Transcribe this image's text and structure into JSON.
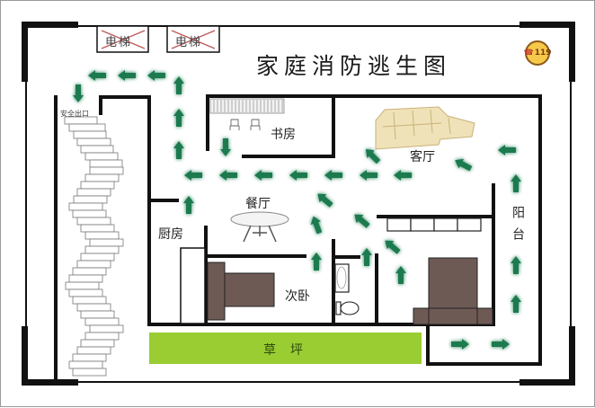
{
  "title": "家庭消防逃生图",
  "emergency_badge": {
    "number": "119",
    "icon": "phone-icon",
    "bg_color": "#f6c94a"
  },
  "elevators": [
    {
      "label": "电梯",
      "status": "crossed-out",
      "x_color": "#b33a3a"
    },
    {
      "label": "电梯",
      "status": "crossed-out",
      "x_color": "#b33a3a"
    }
  ],
  "safety_exit": {
    "label": "安全出口"
  },
  "rooms": {
    "study": "书房",
    "living_room": "客厅",
    "dining_room": "餐厅",
    "kitchen": "厨房",
    "second_bedroom": "次卧",
    "balcony": "阳台"
  },
  "lawn": {
    "label": "草坪",
    "color": "#9acd32"
  },
  "colors": {
    "arrow": "#1f7a4f",
    "arrow_glow": "#b8f0cc",
    "wall": "#111111",
    "bed": "#6e5a55",
    "sofa": "#efe2b8"
  },
  "legend_icons": [
    "evacuation-arrow-icon",
    "stairs-icon",
    "sofa-icon",
    "dining-table-icon",
    "bed-icon",
    "bathtub-icon",
    "toilet-icon",
    "desk-chair-icon",
    "bookshelf-icon"
  ]
}
